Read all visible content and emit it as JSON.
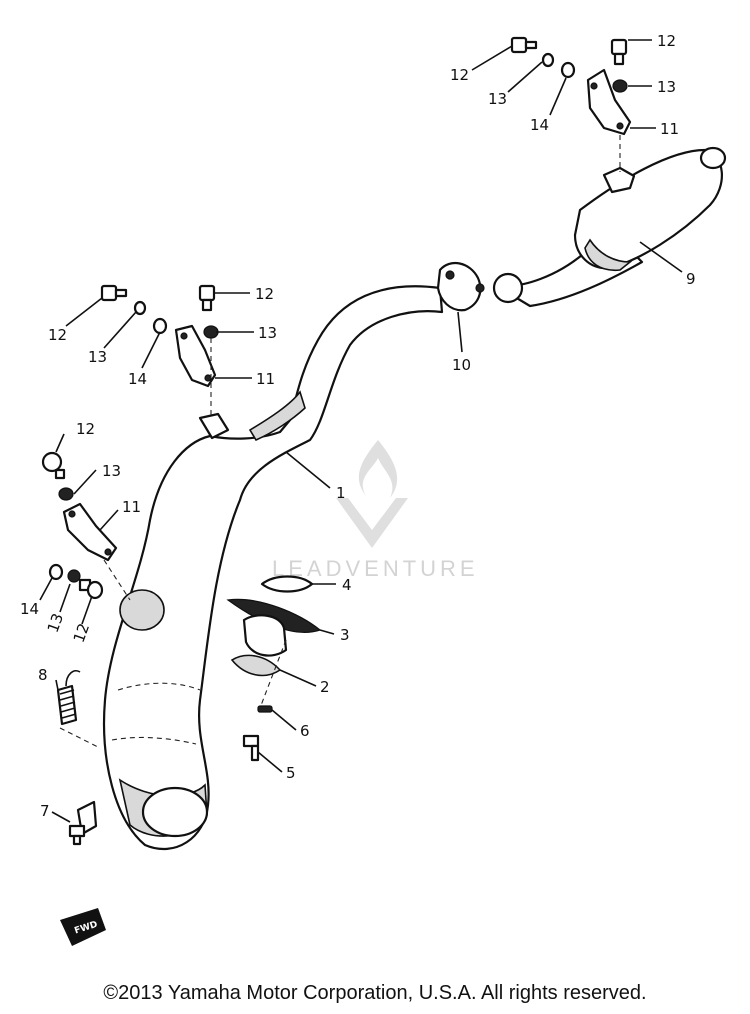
{
  "watermark": {
    "brand": "LEADVENTURE"
  },
  "fwd_mark": {
    "label": "FWD"
  },
  "callouts": [
    {
      "id": "c12a",
      "label": "12"
    },
    {
      "id": "c13a",
      "label": "13"
    },
    {
      "id": "c14a",
      "label": "14"
    },
    {
      "id": "c12b",
      "label": "12"
    },
    {
      "id": "c13b",
      "label": "13"
    },
    {
      "id": "c11a",
      "label": "11"
    },
    {
      "id": "c9",
      "label": "9"
    },
    {
      "id": "c10",
      "label": "10"
    },
    {
      "id": "c12c",
      "label": "12"
    },
    {
      "id": "c13c",
      "label": "13"
    },
    {
      "id": "c14b",
      "label": "14"
    },
    {
      "id": "c12d",
      "label": "12"
    },
    {
      "id": "c13d",
      "label": "13"
    },
    {
      "id": "c11b",
      "label": "11"
    },
    {
      "id": "c1",
      "label": "1"
    },
    {
      "id": "c12e",
      "label": "12"
    },
    {
      "id": "c13e",
      "label": "13"
    },
    {
      "id": "c11c",
      "label": "11"
    },
    {
      "id": "c14c",
      "label": "14"
    },
    {
      "id": "c13f",
      "label": "13"
    },
    {
      "id": "c12f",
      "label": "12"
    },
    {
      "id": "c4",
      "label": "4"
    },
    {
      "id": "c3",
      "label": "3"
    },
    {
      "id": "c2",
      "label": "2"
    },
    {
      "id": "c8a",
      "label": "8"
    },
    {
      "id": "c6",
      "label": "6"
    },
    {
      "id": "c5",
      "label": "5"
    },
    {
      "id": "c7",
      "label": "7"
    }
  ],
  "footer": {
    "copyright": "©2013 Yamaha Motor Corporation, U.S.A. All rights reserved."
  }
}
